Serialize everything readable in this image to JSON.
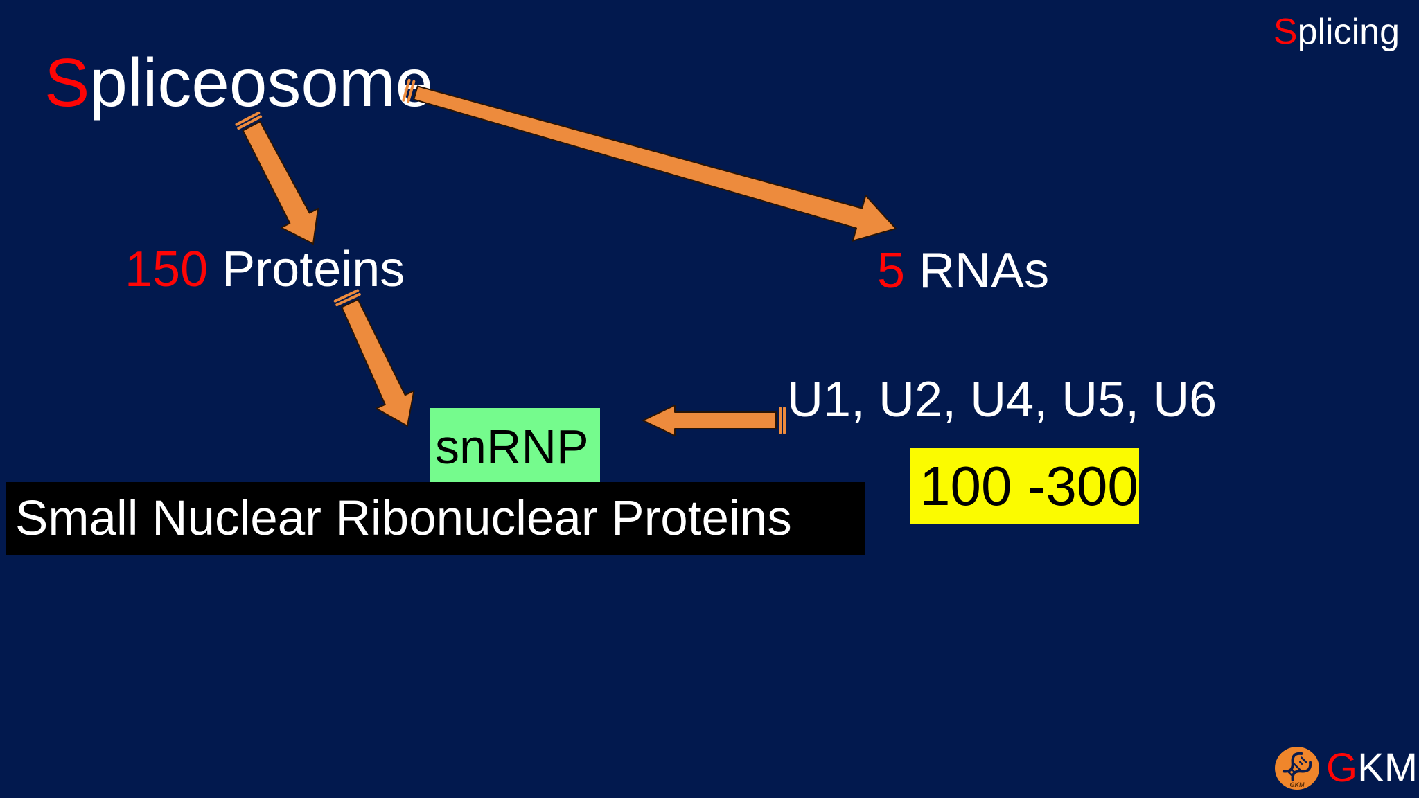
{
  "slide": {
    "corner": {
      "accent": "S",
      "rest": "plicing"
    },
    "title": {
      "accent": "S",
      "rest": "pliceosome"
    },
    "proteins": {
      "count": "150",
      "label": "Proteins"
    },
    "rnas": {
      "count": "5",
      "label": "RNAs"
    },
    "snrnp_label": "snRNP",
    "u_snrnas": "U1, U2, U4, U5, U6",
    "copies_range": "100 -300",
    "snrnp_expansion": "Small Nuclear Ribonuclear Proteins",
    "logo": {
      "accent": "G",
      "rest": "KM",
      "badge_text": "GKM"
    },
    "colors": {
      "background": "#02194e",
      "accent_red": "#fe0505",
      "arrow_orange": "#ed8b3d",
      "highlight_green": "#75fb8d",
      "highlight_yellow": "#fbfb00",
      "box_black": "#000000",
      "text_white": "#ffffff",
      "logo_orange": "#f0862b"
    }
  }
}
